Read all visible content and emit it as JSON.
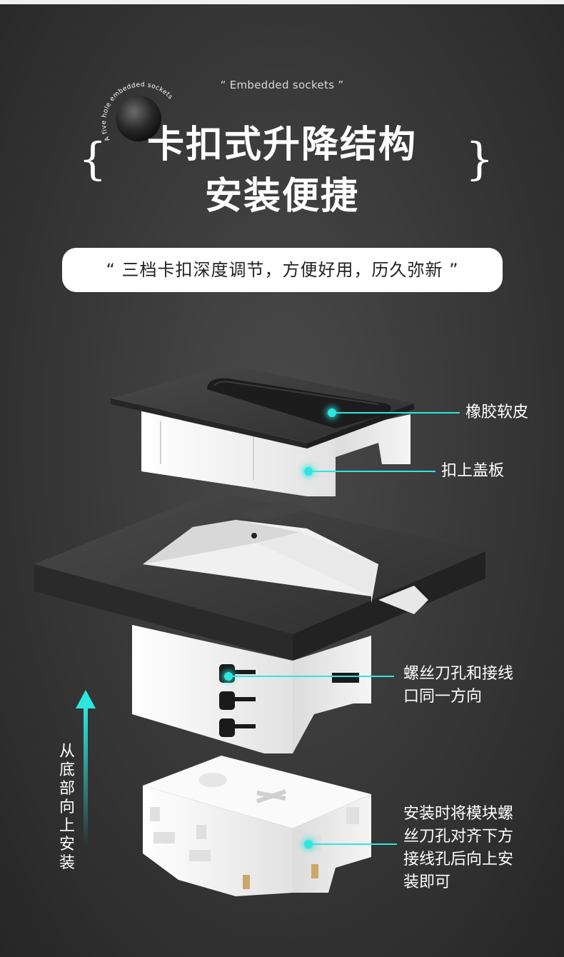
{
  "header": {
    "badge_text": "A five hole embedded sockets",
    "subtitle": "“   Embedded sockets   ”",
    "title_line1": "卡扣式升降结构",
    "title_line2": "安装便捷",
    "brace_left": "{",
    "brace_right": "}"
  },
  "banner": {
    "text": "“  三档卡扣深度调节，方便好用，历久弥新  ”"
  },
  "callouts": {
    "rubber_skin": "橡胶软皮",
    "snap_cover": "扣上盖板",
    "screw_line1": "螺丝刀孔和接线",
    "screw_line2": "口同一方向",
    "module_line1": "安装时将模块螺",
    "module_line2": "丝刀孔对齐下方",
    "module_line3": "接线孔后向上安",
    "module_line4": "装即可"
  },
  "side_label": {
    "chars": [
      "从",
      "底",
      "部",
      "向",
      "上",
      "安",
      "装"
    ]
  },
  "colors": {
    "accent": "#2ee6e0",
    "background": "#3a3a3a",
    "panel_dark": "#3b3b3b",
    "panel_white": "#f2f2f2"
  }
}
